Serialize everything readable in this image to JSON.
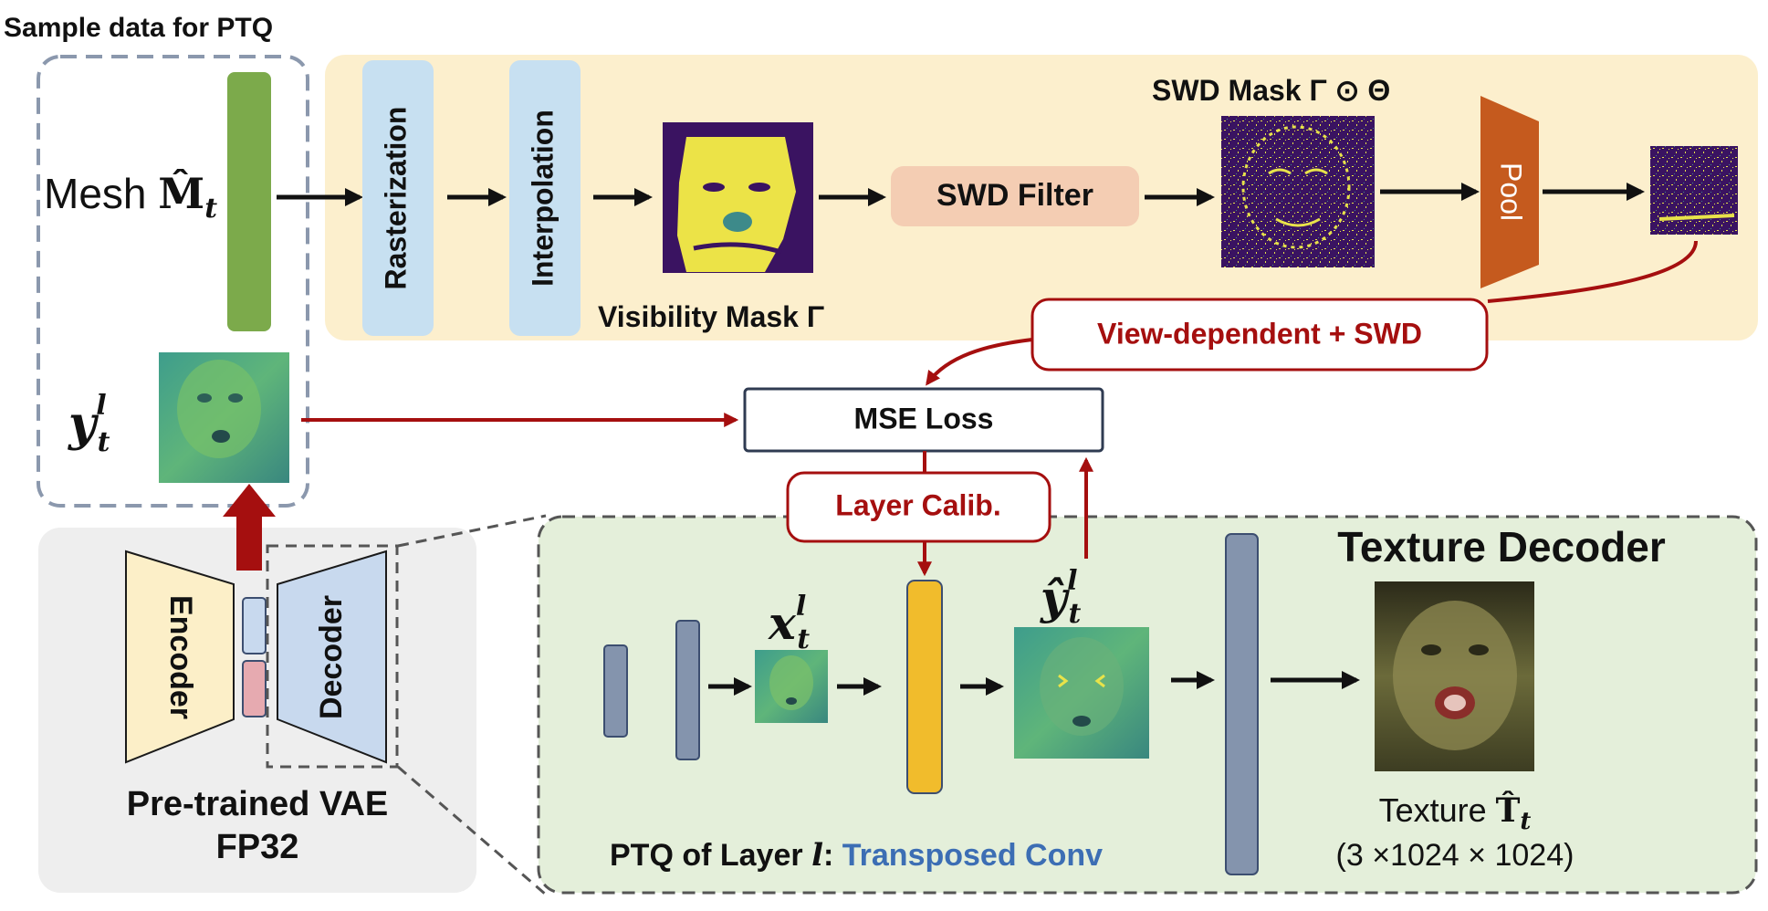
{
  "title": "Sample data for PTQ",
  "sample_box": {
    "mesh_label": "Mesh ",
    "mesh_symbol": "M̂",
    "mesh_sub": "t",
    "y_symbol": "y",
    "y_sup": "l",
    "y_sub": "t"
  },
  "top_pipeline": {
    "rasterization": "Rasterization",
    "interpolation": "Interpolation",
    "visibility_label": "Visibility Mask Γ",
    "swd_filter": "SWD Filter",
    "swd_mask_label": "SWD Mask Γ ⊙ Θ",
    "pool": "Pool"
  },
  "view_dependent": "View-dependent + SWD",
  "mse_loss": "MSE Loss",
  "layer_calib": "Layer Calib.",
  "vae": {
    "encoder": "Encoder",
    "decoder": "Decoder",
    "caption_line1": "Pre-trained VAE",
    "caption_line2": "FP32"
  },
  "texture_decoder": {
    "title": "Texture Decoder",
    "x_symbol": "x",
    "x_sup": "l",
    "x_sub": "t",
    "yhat_symbol": "ŷ",
    "yhat_sup": "l",
    "yhat_sub": "t",
    "ptq_prefix": "PTQ of Layer ",
    "ptq_layer": "l",
    "ptq_colon": ": ",
    "ptq_type": "Transposed Conv",
    "texture_label": "Texture ",
    "texture_symbol": "T̂",
    "texture_sub": "t",
    "texture_dims": "(3 ×1024 × 1024)"
  },
  "colors": {
    "arrow_black": "#111111",
    "arrow_red": "#a50f0f",
    "top_panel_bg": "#fcefcd",
    "bottom_panel_bg": "#e4efda",
    "vae_panel_bg": "#eeeeee",
    "rasterize_box": "#c7e0f1",
    "swd_filter_box": "#f4cdb3",
    "pool_color": "#c55a1e",
    "green_bar": "#7caa4b",
    "yellow_bar": "#f1bc2c",
    "slate_bar": "#8494ad",
    "encoder_fill": "#fcefc8",
    "decoder_fill": "#c8d9ee",
    "ptq_blue": "#3c6eb4"
  }
}
